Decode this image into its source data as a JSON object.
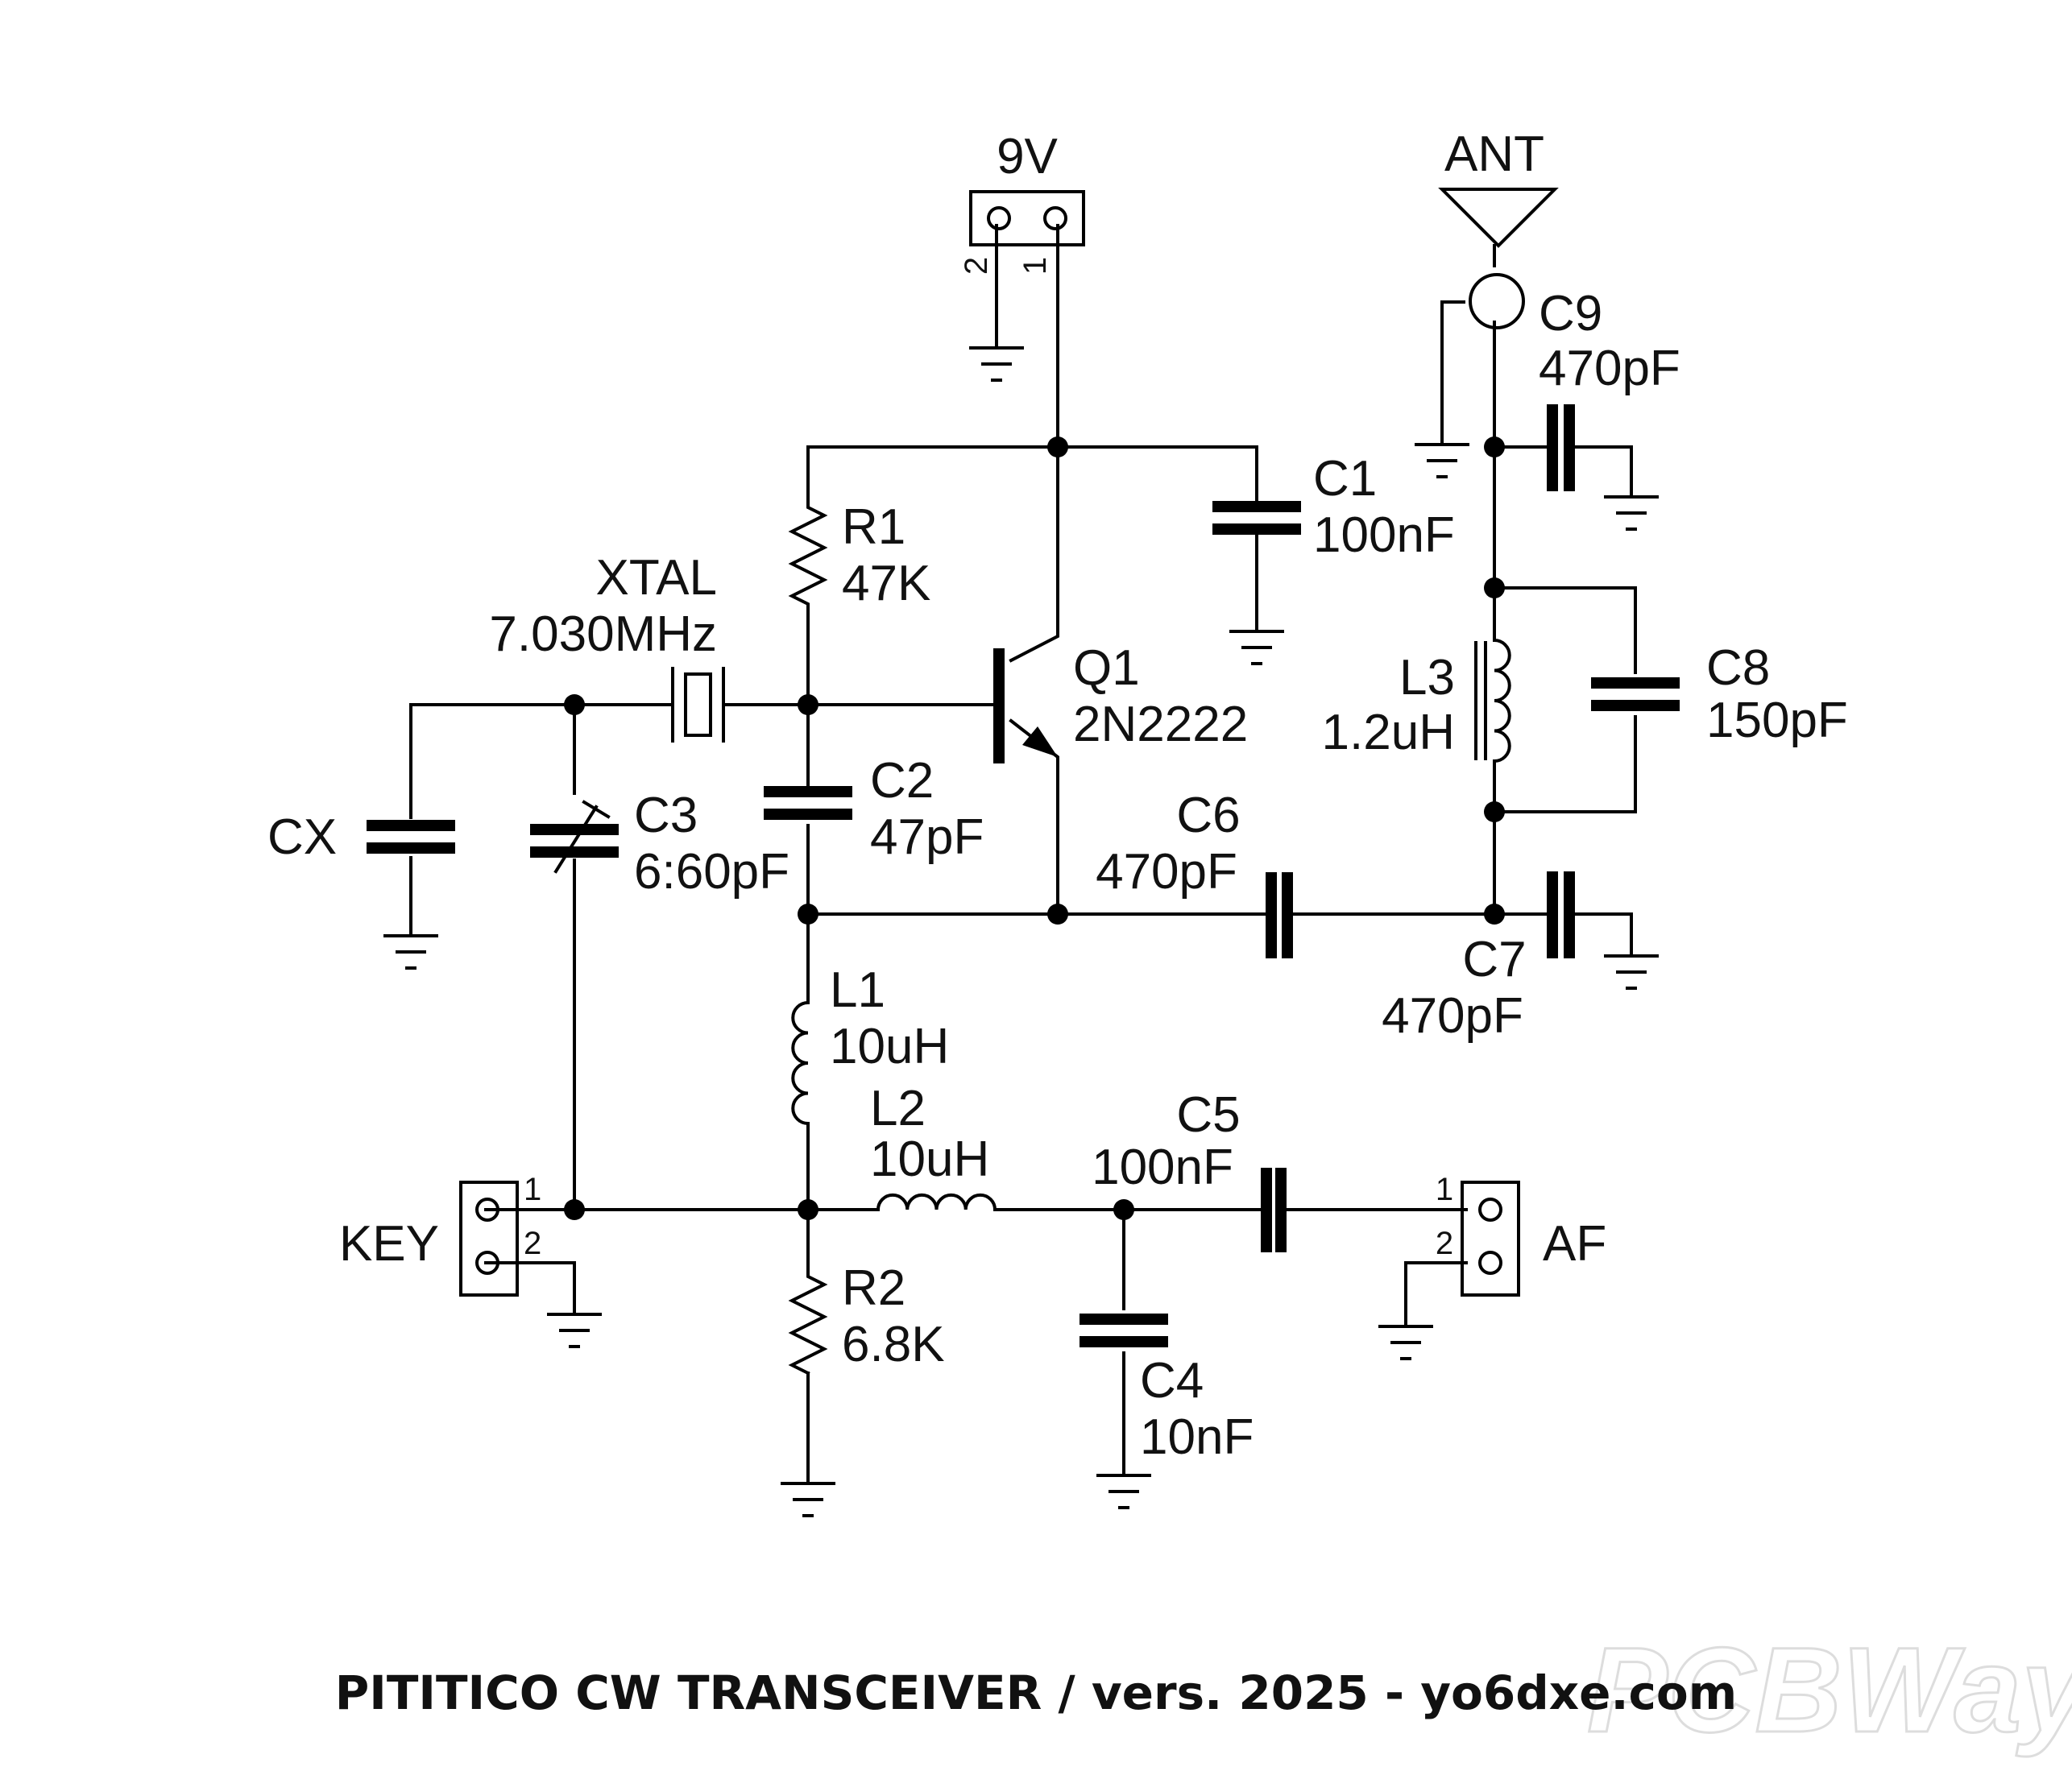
{
  "connectors": {
    "power": {
      "label": "9V",
      "pin1": "1",
      "pin2": "2"
    },
    "key": {
      "label": "KEY",
      "pin1": "1",
      "pin2": "2"
    },
    "af": {
      "label": "AF",
      "pin1": "1",
      "pin2": "2"
    },
    "antenna": {
      "label": "ANT"
    }
  },
  "components": {
    "r1": {
      "ref": "R1",
      "value": "47K"
    },
    "r2": {
      "ref": "R2",
      "value": "6.8K"
    },
    "c1": {
      "ref": "C1",
      "value": "100nF"
    },
    "c2": {
      "ref": "C2",
      "value": "47pF"
    },
    "c3": {
      "ref": "C3",
      "value": "6:60pF"
    },
    "c4": {
      "ref": "C4",
      "value": "10nF"
    },
    "c5": {
      "ref": "C5",
      "value": "100nF"
    },
    "c6": {
      "ref": "C6",
      "value": "470pF"
    },
    "c7": {
      "ref": "C7",
      "value": "470pF"
    },
    "c8": {
      "ref": "C8",
      "value": "150pF"
    },
    "c9": {
      "ref": "C9",
      "value": "470pF"
    },
    "cx": {
      "ref": "CX"
    },
    "l1": {
      "ref": "L1",
      "value": "10uH"
    },
    "l2": {
      "ref": "L2",
      "value": "10uH"
    },
    "l3": {
      "ref": "L3",
      "value": "1.2uH"
    },
    "q1": {
      "ref": "Q1",
      "value": "2N2222"
    },
    "xtal": {
      "ref": "XTAL",
      "value": "7.030MHz"
    }
  },
  "footer": {
    "title": "PITITICO CW TRANSCEIVER / vers. 2025 - yo6dxe.com"
  },
  "watermark": {
    "text": "PCBWay"
  }
}
